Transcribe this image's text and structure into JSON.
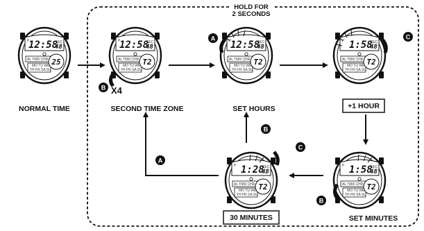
{
  "hold_label": [
    "HOLD FOR",
    "2 SECONDS"
  ],
  "labels": {
    "normal_time": "NORMAL TIME",
    "second_time_zone": "SECOND TIME ZONE",
    "set_hours": "SET HOURS",
    "plus_one_hour": "+1 HOUR",
    "set_minutes": "SET MINUTES",
    "thirty_minutes": "30 MINUTES"
  },
  "watch_text": {
    "sec": "SEC",
    "pm": "P",
    "modes": "AL  TMR  CHR",
    "days_top": "MO  TU  WE",
    "days_bottom": "TH  FR  SA  SU"
  },
  "watches": [
    {
      "id": "normal-time",
      "time": "12:58",
      "secs": "48",
      "sub": "25"
    },
    {
      "id": "second-time-zone",
      "time": "12:58",
      "secs": "48",
      "sub": "T2"
    },
    {
      "id": "set-hours",
      "time": "12:58",
      "secs": "48",
      "sub": "T2"
    },
    {
      "id": "plus-one-hour",
      "time": "1:58",
      "secs": "48",
      "sub": "T2"
    },
    {
      "id": "set-minutes",
      "time": "1:58",
      "secs": "48",
      "sub": "T2"
    },
    {
      "id": "thirty-minutes",
      "time": "1:28",
      "secs": "48",
      "sub": "T2"
    }
  ],
  "buttons": {
    "a": "A",
    "b": "B",
    "c": "C"
  },
  "press_count": "X4"
}
